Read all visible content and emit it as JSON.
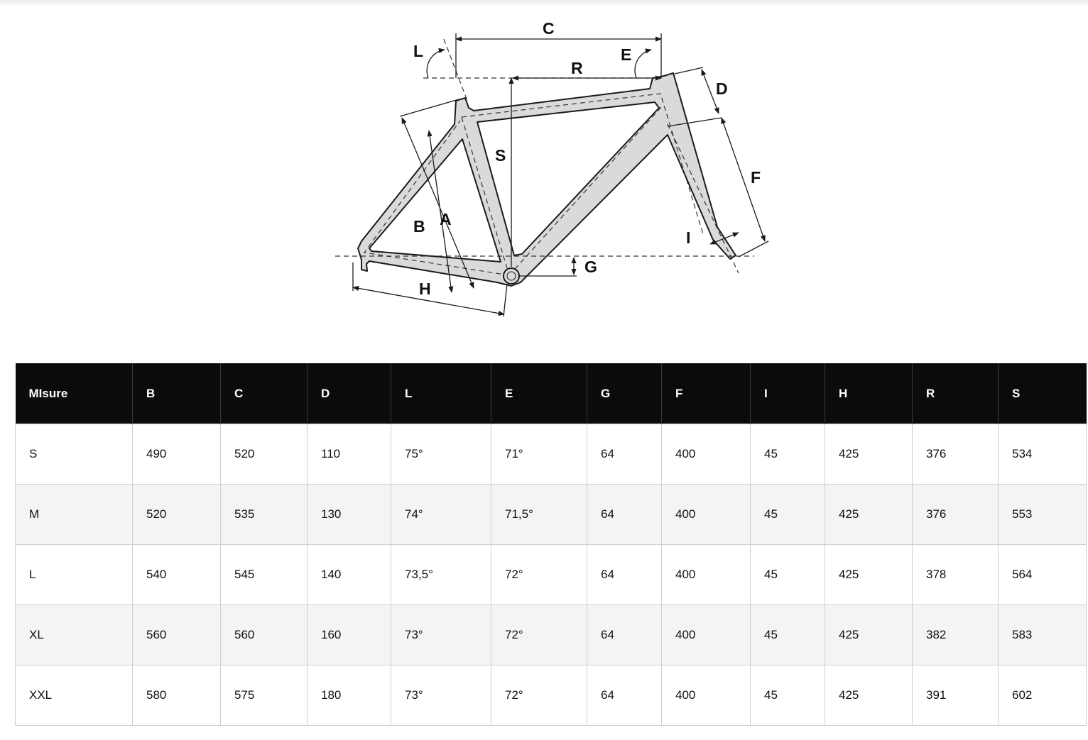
{
  "diagram": {
    "labels": {
      "C": "C",
      "R": "R",
      "L": "L",
      "E": "E",
      "D": "D",
      "S": "S",
      "F": "F",
      "B": "B",
      "A": "A",
      "I": "I",
      "G": "G",
      "H": "H"
    },
    "colors": {
      "frame_fill": "#dadada",
      "stroke": "#1a1a1a"
    }
  },
  "table": {
    "header_bg": "#0b0b0b",
    "columns": [
      "MIsure",
      "B",
      "C",
      "D",
      "L",
      "E",
      "G",
      "F",
      "I",
      "H",
      "R",
      "S"
    ],
    "rows": [
      [
        "S",
        "490",
        "520",
        "110",
        "75°",
        "71°",
        "64",
        "400",
        "45",
        "425",
        "376",
        "534"
      ],
      [
        "M",
        "520",
        "535",
        "130",
        "74°",
        "71,5°",
        "64",
        "400",
        "45",
        "425",
        "376",
        "553"
      ],
      [
        "L",
        "540",
        "545",
        "140",
        "73,5°",
        "72°",
        "64",
        "400",
        "45",
        "425",
        "378",
        "564"
      ],
      [
        "XL",
        "560",
        "560",
        "160",
        "73°",
        "72°",
        "64",
        "400",
        "45",
        "425",
        "382",
        "583"
      ],
      [
        "XXL",
        "580",
        "575",
        "180",
        "73°",
        "72°",
        "64",
        "400",
        "45",
        "425",
        "391",
        "602"
      ]
    ]
  }
}
